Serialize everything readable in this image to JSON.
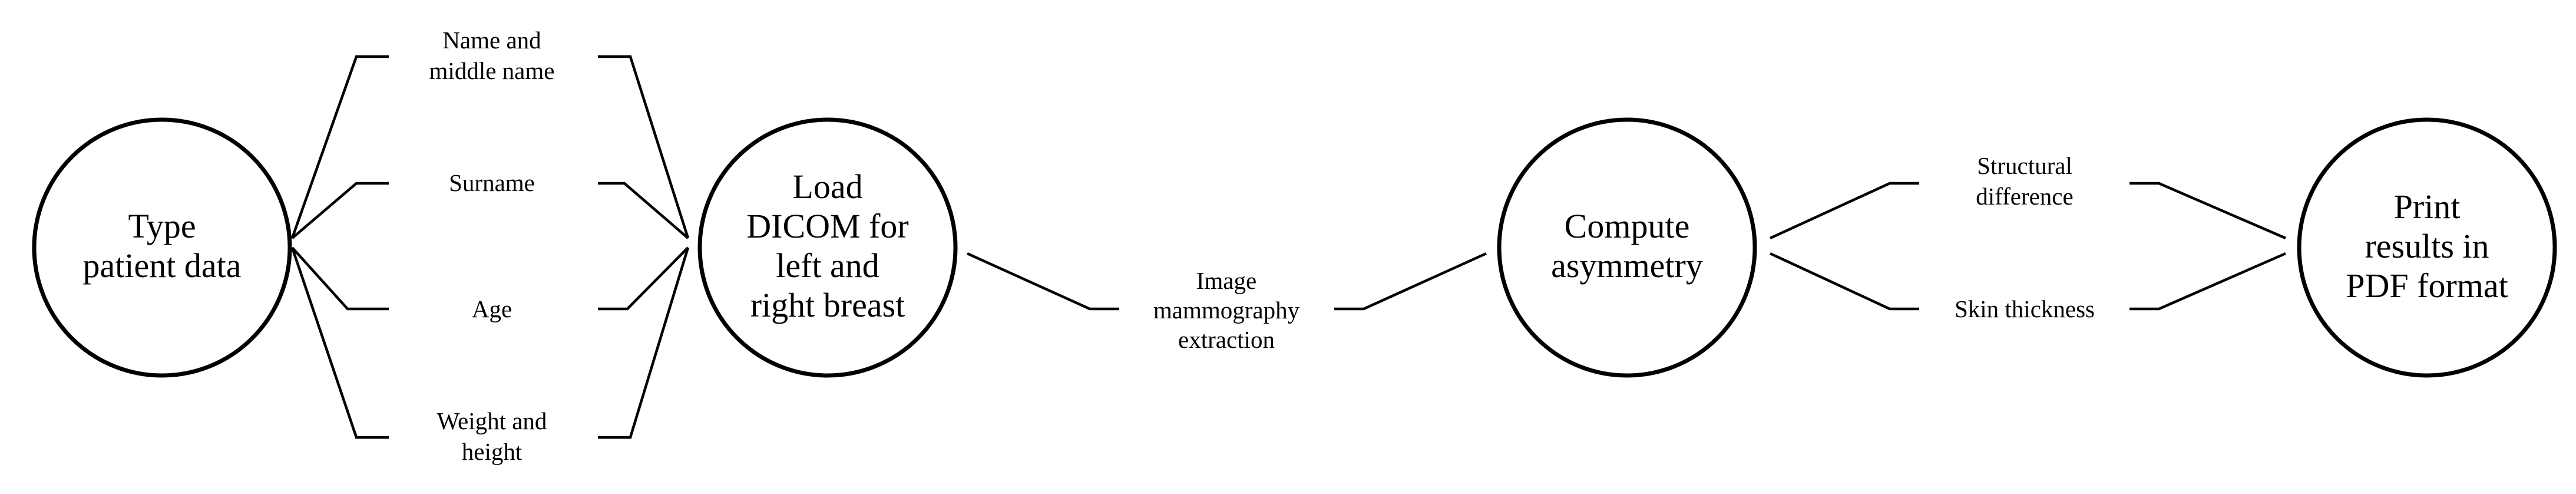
{
  "nodes": {
    "type_patient_data": [
      "Type",
      "patient data"
    ],
    "load_dicom": [
      "Load",
      "DICOM for",
      "left and",
      "right breast"
    ],
    "compute_asymmetry": [
      "Compute",
      "asymmetry"
    ],
    "print_results": [
      "Print",
      "results in",
      "PDF format"
    ]
  },
  "labels": {
    "name_middle": [
      "Name and",
      "middle name"
    ],
    "surname": [
      "Surname"
    ],
    "age": [
      "Age"
    ],
    "weight_height": [
      "Weight and",
      "height"
    ],
    "image_extraction": [
      "Image",
      "mammography",
      "extraction"
    ],
    "structural_difference": [
      "Structural",
      "difference"
    ],
    "skin_thickness": [
      "Skin thickness"
    ]
  },
  "colors": {
    "stroke": "#000000",
    "background": "#ffffff"
  }
}
